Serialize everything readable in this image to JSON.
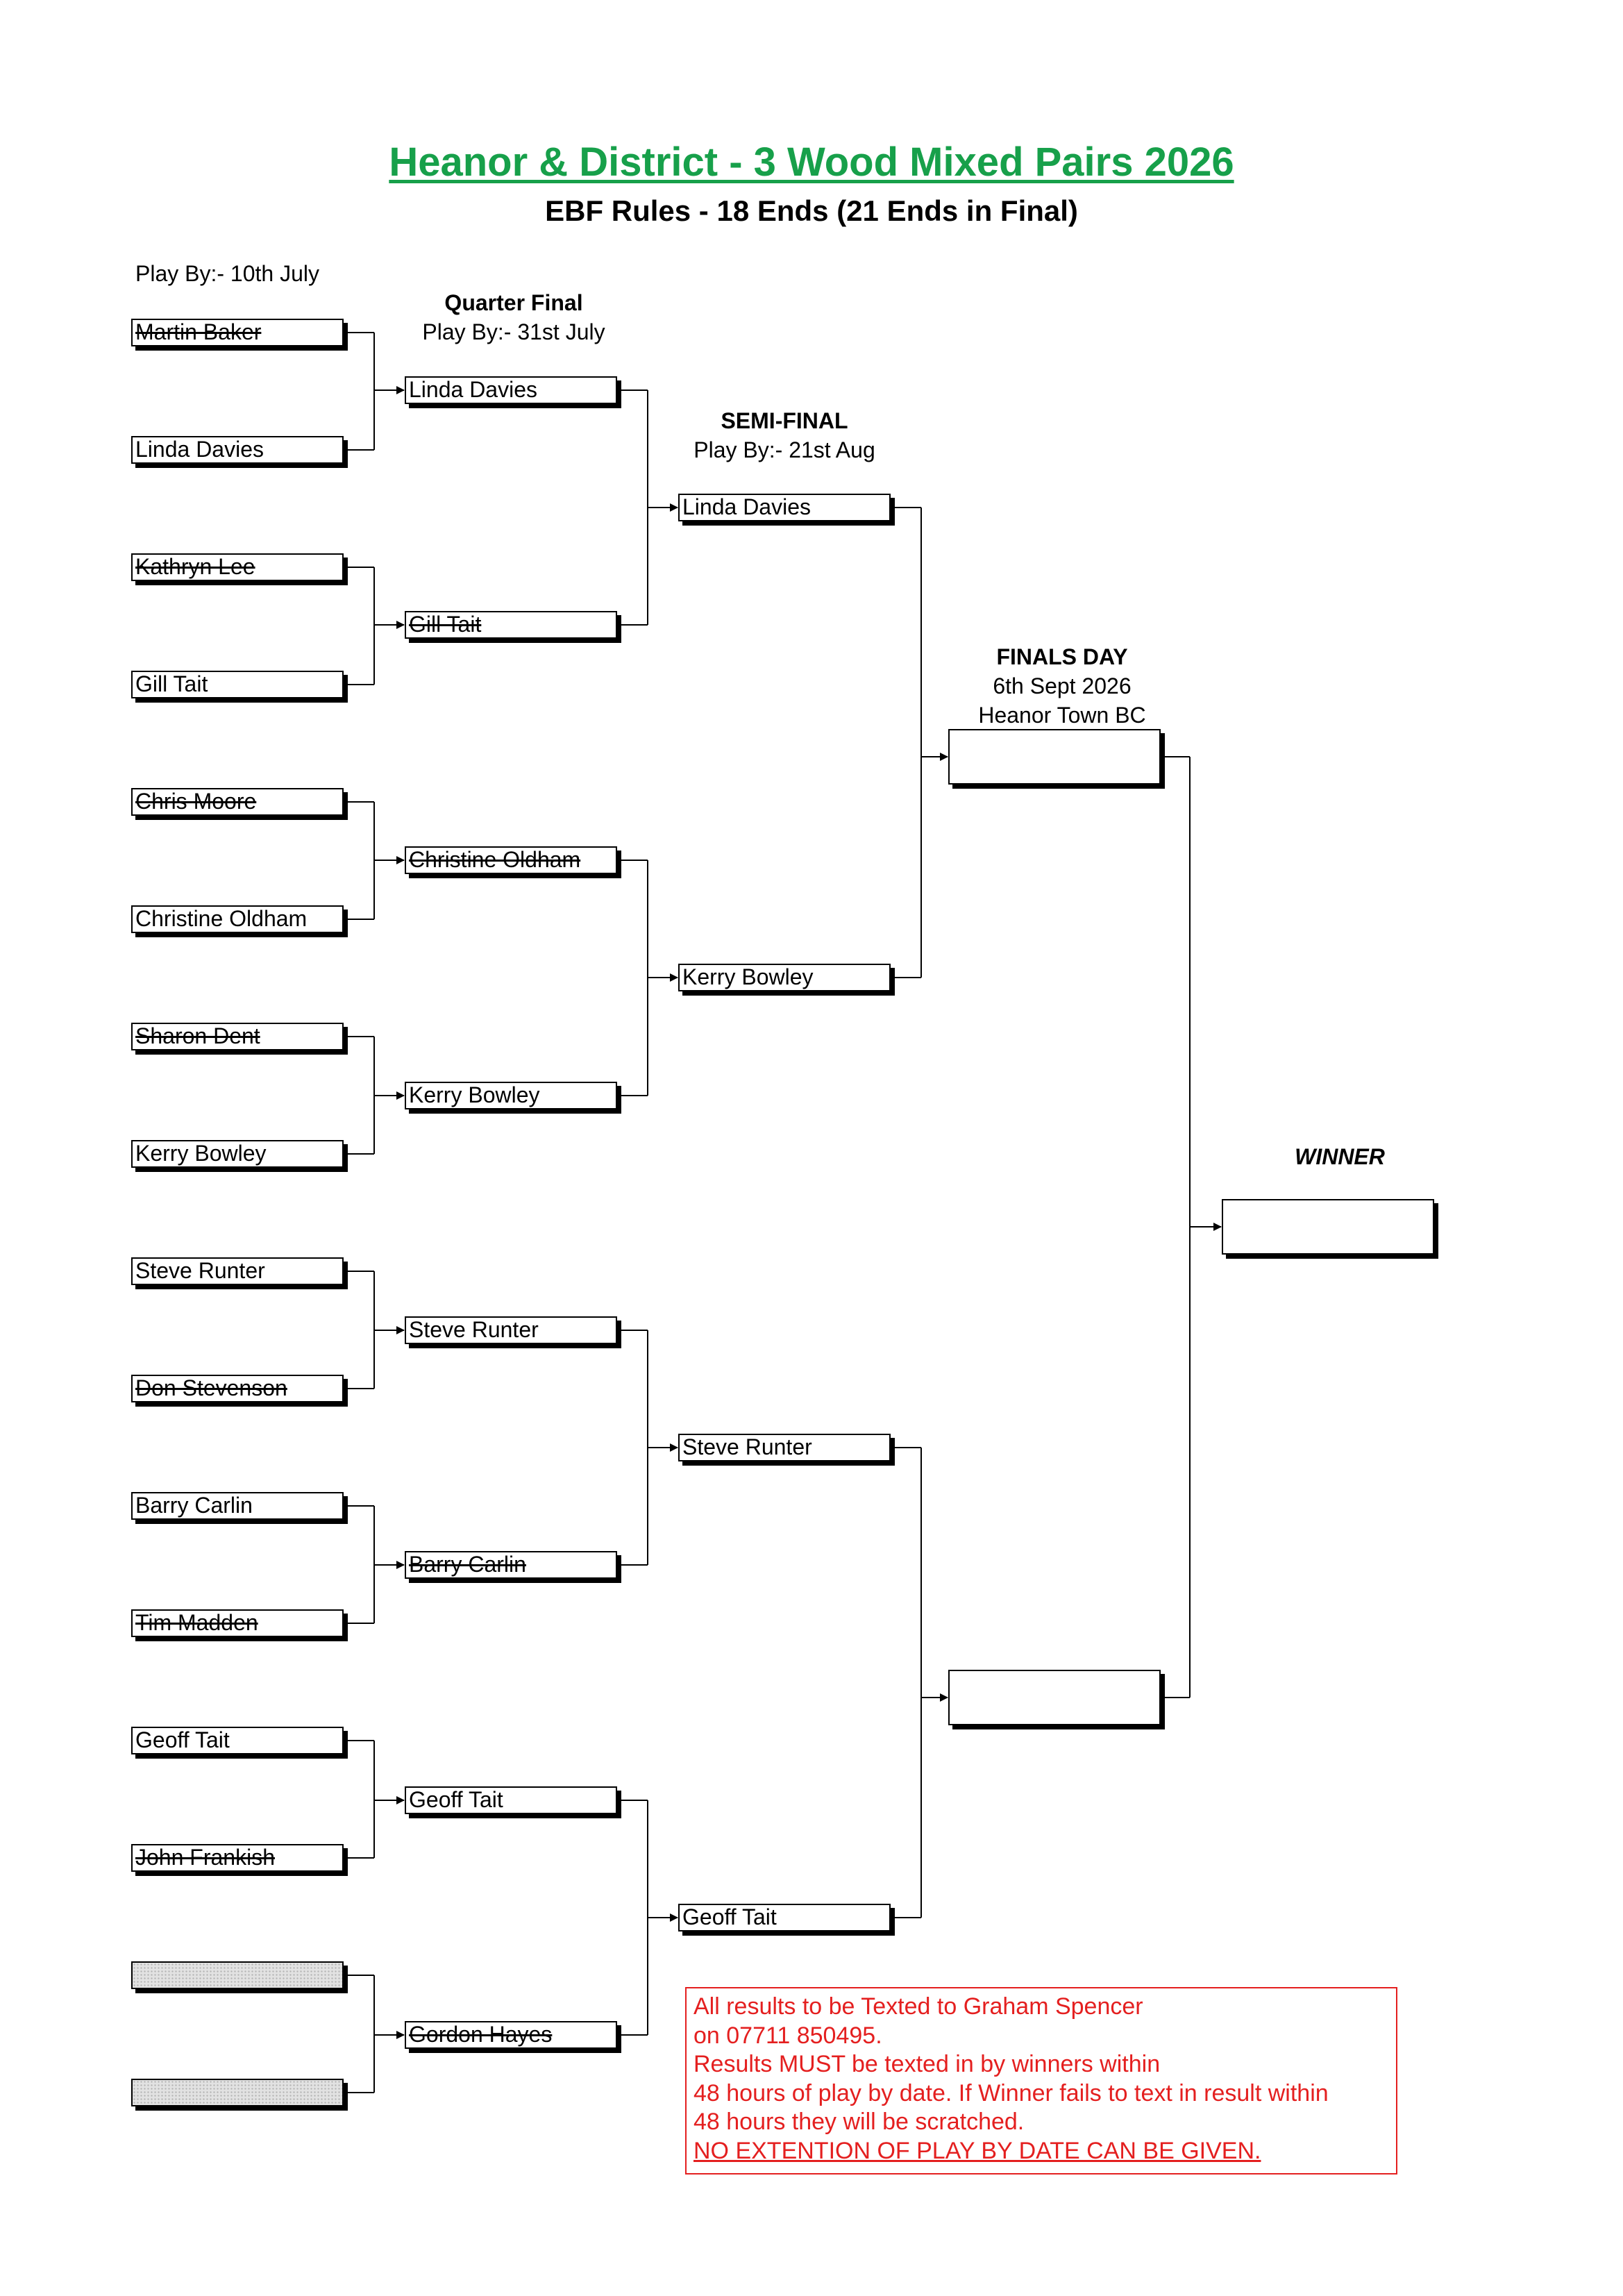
{
  "title": "Heanor & District - 3 Wood Mixed Pairs 2026",
  "subtitle": "EBF Rules - 18 Ends (21 Ends in Final)",
  "round1": {
    "play_by": "Play By:- 10th July",
    "players": [
      {
        "name": "Martin Baker",
        "struck": true
      },
      {
        "name": "Linda Davies",
        "struck": false
      },
      {
        "name": "Kathryn Lee",
        "struck": true
      },
      {
        "name": "Gill Tait",
        "struck": false
      },
      {
        "name": "Chris Moore",
        "struck": true
      },
      {
        "name": "Christine Oldham",
        "struck": false
      },
      {
        "name": "Sharon Dent",
        "struck": true
      },
      {
        "name": "Kerry Bowley",
        "struck": false
      },
      {
        "name": "Steve Runter",
        "struck": false
      },
      {
        "name": "Don Stevenson",
        "struck": true
      },
      {
        "name": "Barry Carlin",
        "struck": false
      },
      {
        "name": "Tim Madden",
        "struck": true
      },
      {
        "name": "Geoff Tait",
        "struck": false
      },
      {
        "name": "John Frankish",
        "struck": true
      },
      {
        "name": "",
        "struck": false
      },
      {
        "name": "",
        "struck": false
      }
    ]
  },
  "quarter_final": {
    "heading": "Quarter Final",
    "play_by": "Play By:- 31st July",
    "players": [
      {
        "name": "Linda Davies",
        "struck": false
      },
      {
        "name": "Gill Tait",
        "struck": true
      },
      {
        "name": "Christine Oldham",
        "struck": true
      },
      {
        "name": "Kerry Bowley",
        "struck": false
      },
      {
        "name": "Steve Runter",
        "struck": false
      },
      {
        "name": "Barry Carlin",
        "struck": true
      },
      {
        "name": "Geoff Tait",
        "struck": false
      },
      {
        "name": "Gordon Hayes",
        "struck": true
      }
    ]
  },
  "semi_final": {
    "heading": "SEMI-FINAL",
    "play_by": "Play By:- 21st Aug",
    "players": [
      {
        "name": "Linda Davies"
      },
      {
        "name": "Kerry Bowley"
      },
      {
        "name": "Steve Runter"
      },
      {
        "name": "Geoff Tait"
      }
    ]
  },
  "finals_day": {
    "heading": "FINALS DAY",
    "date": "6th Sept 2026",
    "venue": "Heanor Town BC",
    "finalists": [
      "",
      ""
    ]
  },
  "winner": {
    "heading": "WINNER",
    "name": ""
  },
  "notice": {
    "lines": [
      "All results to be Texted to Graham Spencer",
      "on 07711 850495.",
      "Results MUST be texted in by winners within",
      "48 hours of play by date. If Winner fails to text in result within",
      "48 hours they will be scratched."
    ],
    "final_line": "NO EXTENTION OF PLAY BY DATE CAN BE GIVEN."
  },
  "colors": {
    "title": "#17a04a",
    "notice": "#e41f1f",
    "bye_fill": "#e2e2e2"
  }
}
